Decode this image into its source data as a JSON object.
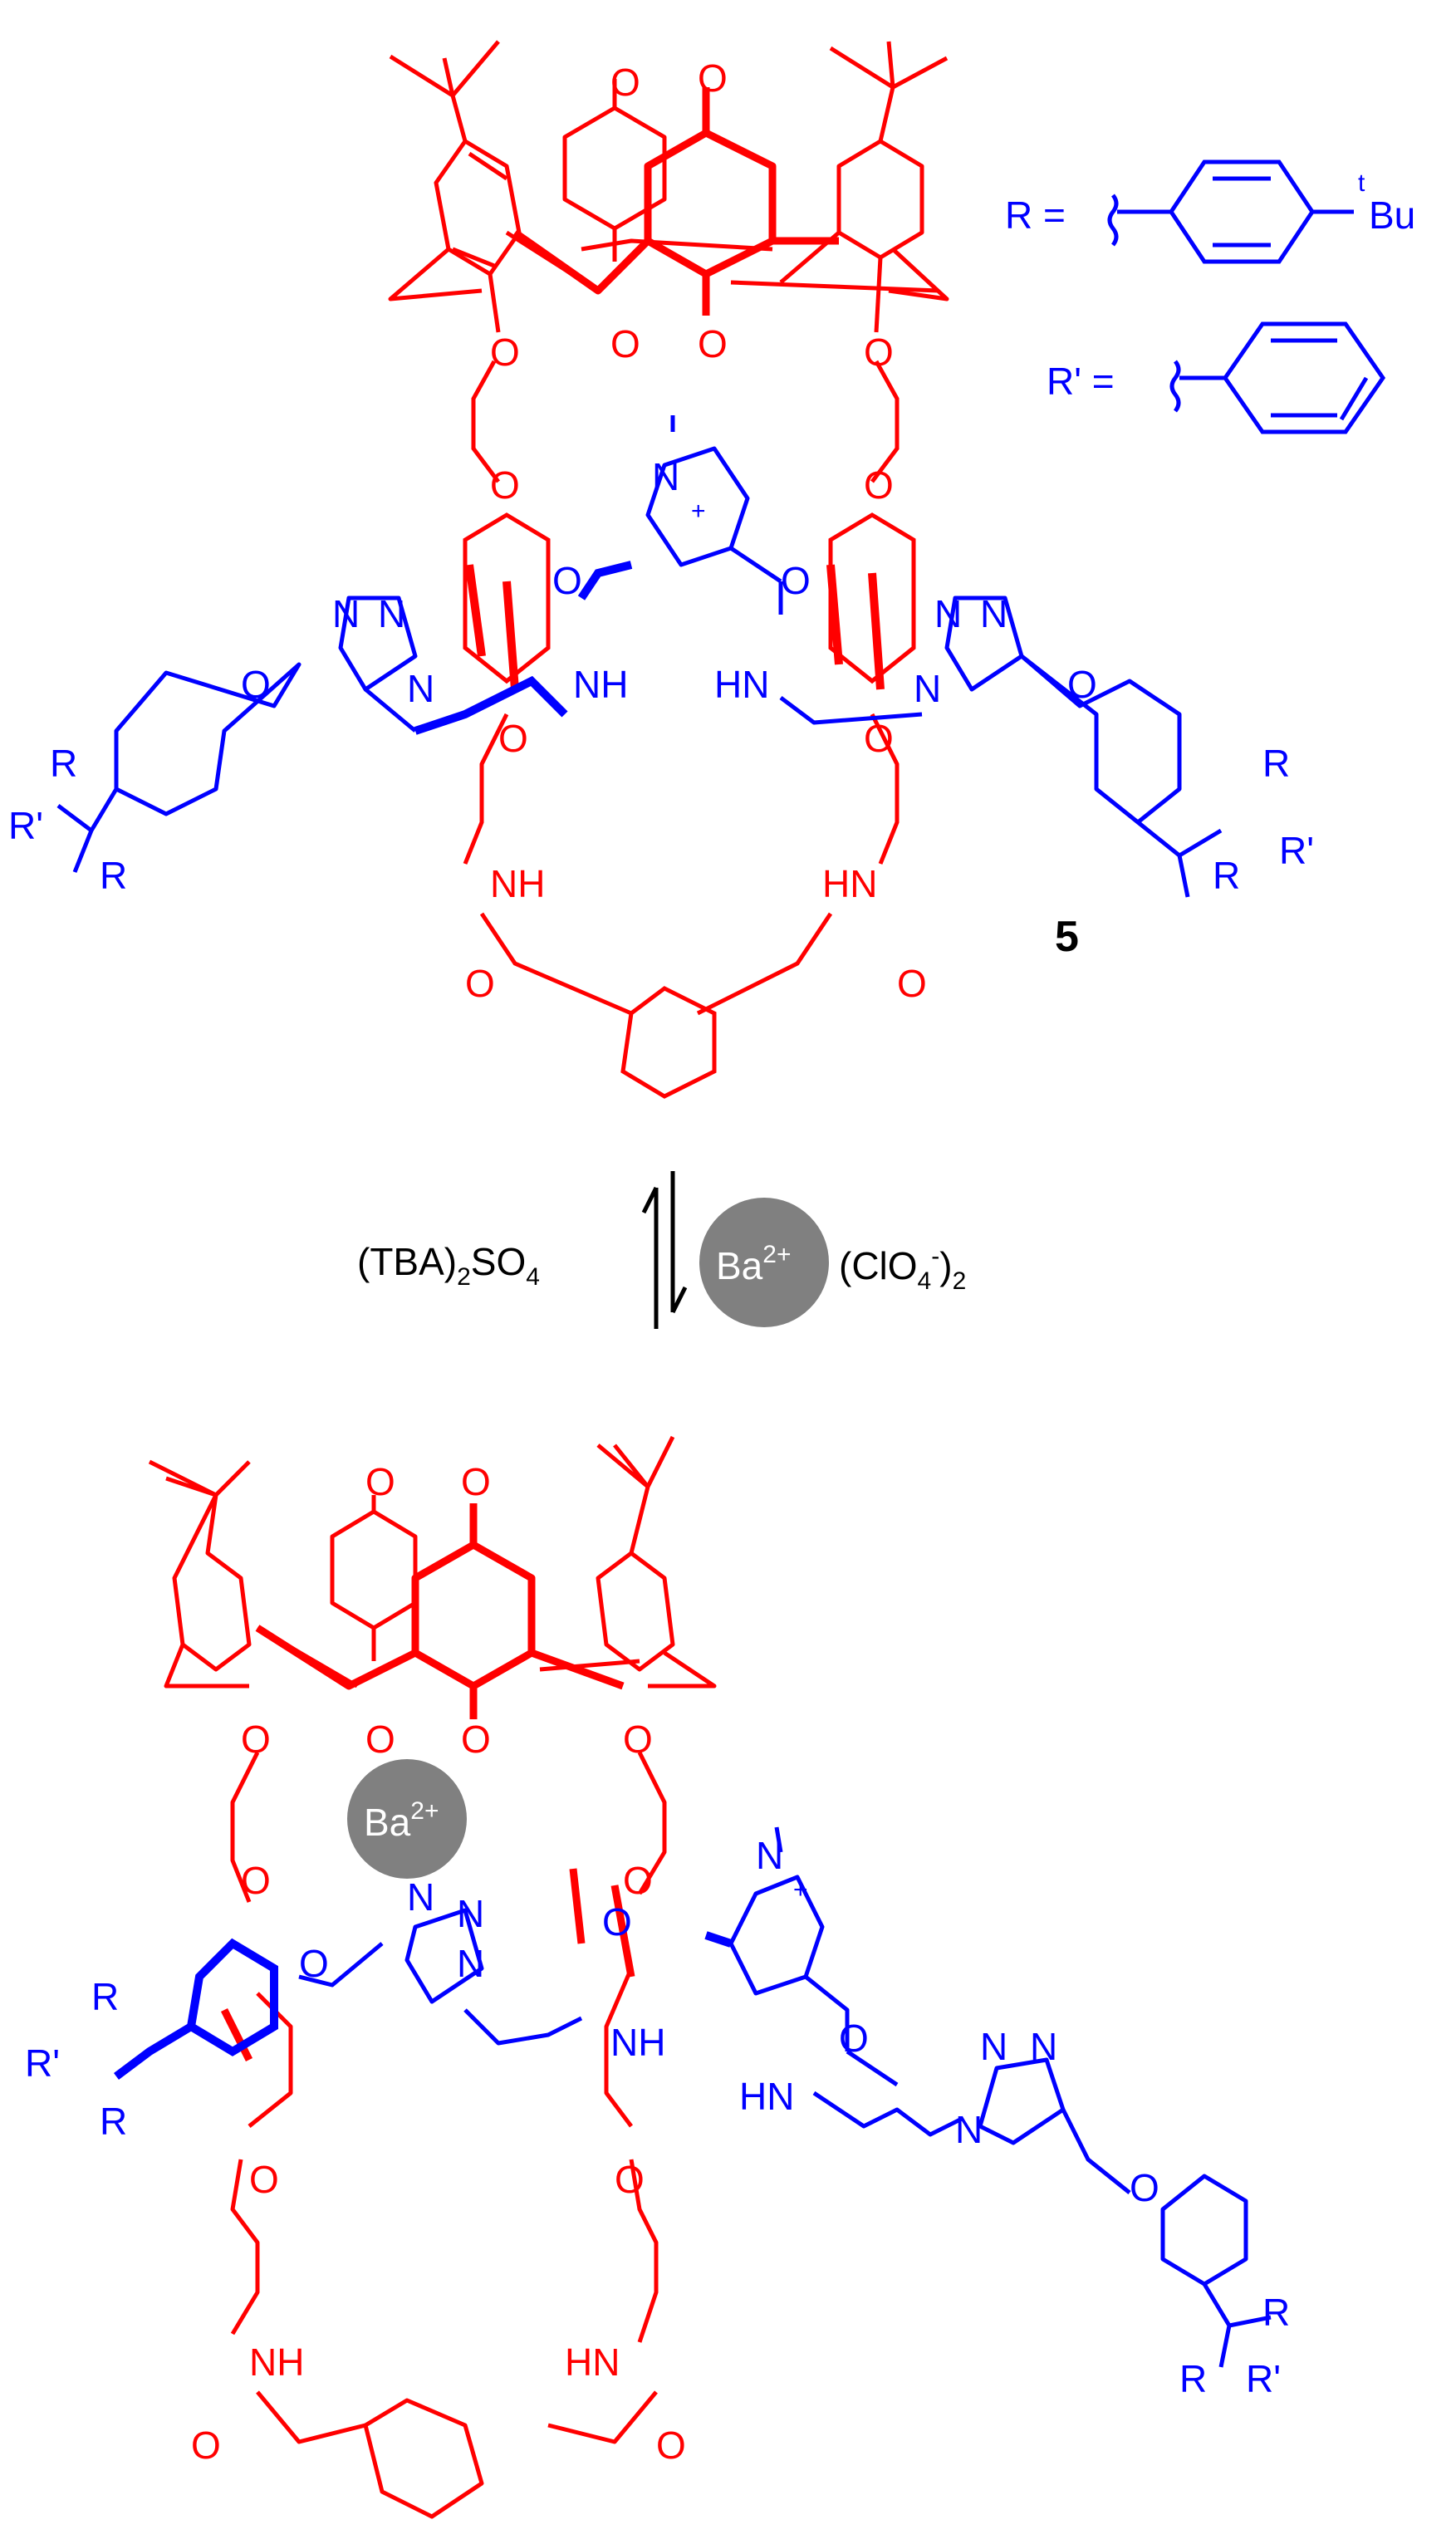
{
  "colors": {
    "host": "#ff0000",
    "guest": "#0000ff",
    "text": "#000000",
    "ion": "#808080",
    "ion_text": "#ffffff"
  },
  "legend": {
    "r_label": "R =",
    "r_substituent": "Bu",
    "r_superscript": "t",
    "rprime_label": "R' ="
  },
  "compound_number": "5",
  "atoms": {
    "O": "O",
    "N": "N",
    "NH": "NH",
    "HN": "HN",
    "R": "R",
    "Rp": "R'",
    "plus": "+"
  },
  "equilibrium": {
    "left_reagent": "(TBA)",
    "left_sub": "2",
    "left_mid": "SO",
    "left_sub2": "4",
    "ion_label": "Ba",
    "ion_charge": "2+",
    "counterion_a": "(ClO",
    "counterion_sub": "4",
    "counterion_sup": "-",
    "counterion_b": ")",
    "counterion_sub2": "2"
  }
}
